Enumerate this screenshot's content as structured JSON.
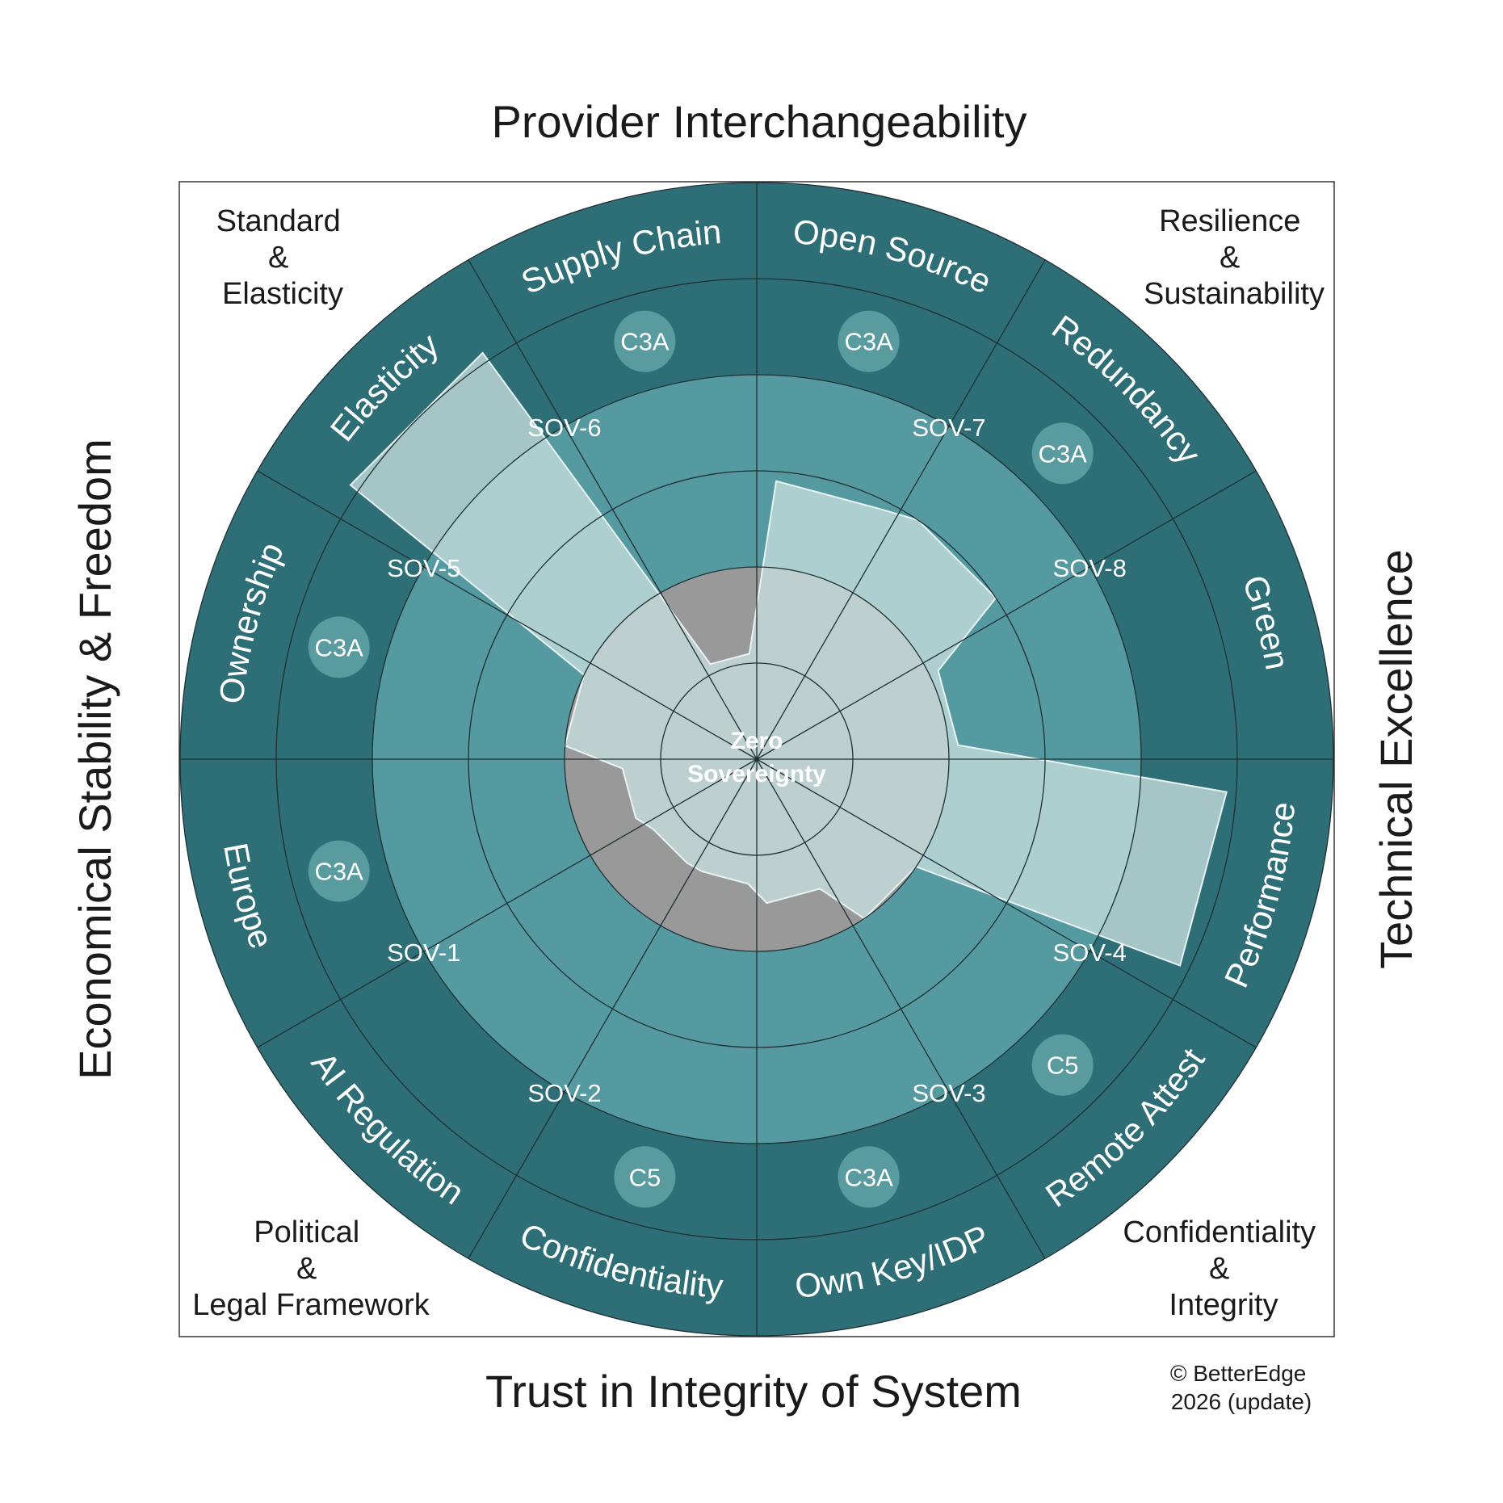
{
  "titles": {
    "top": "Provider Interchangeability",
    "bottom": "Trust in Integrity of System",
    "left": "Economical Stability & Freedom",
    "right": "Technical Excellence"
  },
  "corners": {
    "top_left": [
      "Standard",
      "&",
      "Elasticity"
    ],
    "top_right": [
      "Resilience",
      "&",
      "Sustainability"
    ],
    "bottom_left": [
      "Political",
      "&",
      "Legal Framework"
    ],
    "bottom_right": [
      "Confidentiality",
      "&",
      "Integrity"
    ]
  },
  "center": [
    "Zero",
    "Sovereignty"
  ],
  "copyright": [
    "© BetterEdge",
    "2026 (update)"
  ],
  "colors": {
    "outer_ring": "#2e6f77",
    "mid_ring": "#559aa0",
    "inner_disc": "#999999",
    "polygon": "#c7dedd",
    "lines": "#1f2f33",
    "badge": "#5a9ba0"
  },
  "segments": [
    {
      "label": "Open Source",
      "badge": "C3A"
    },
    {
      "label": "Redundancy",
      "badge": "C3A"
    },
    {
      "label": "Green",
      "badge": ""
    },
    {
      "label": "Performance",
      "badge": ""
    },
    {
      "label": "Remote Attest",
      "badge": "C5"
    },
    {
      "label": "Own Key/IDP",
      "badge": "C3A"
    },
    {
      "label": "Confidentiality",
      "badge": "C5"
    },
    {
      "label": "AI Regulation",
      "badge": ""
    },
    {
      "label": "Europe",
      "badge": "C3A"
    },
    {
      "label": "Ownership",
      "badge": "C3A"
    },
    {
      "label": "Elasticity",
      "badge": ""
    },
    {
      "label": "Supply Chain",
      "badge": "C3A"
    }
  ],
  "sov": [
    {
      "label": "SOV-1"
    },
    {
      "label": "SOV-2"
    },
    {
      "label": "SOV-3"
    },
    {
      "label": "SOV-4"
    },
    {
      "label": "SOV-5"
    },
    {
      "label": "SOV-6"
    },
    {
      "label": "SOV-7"
    },
    {
      "label": "SOV-8"
    }
  ],
  "scores": [
    2.9,
    3.0,
    2.1,
    4.9,
    2.0,
    1.5,
    1.3,
    1.3,
    1.4,
    2.0,
    5.1,
    1.1
  ]
}
